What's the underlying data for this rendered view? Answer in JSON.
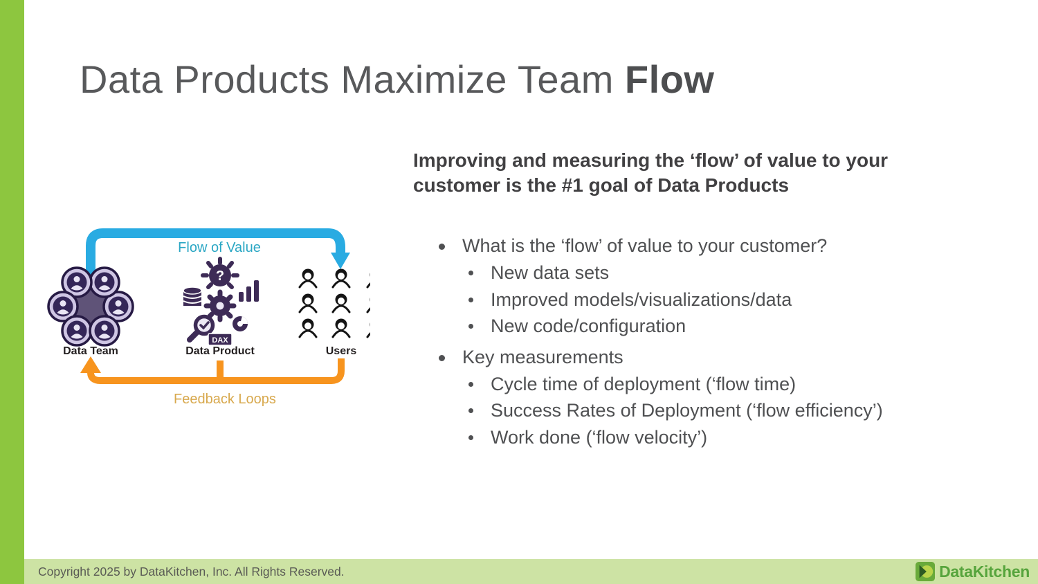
{
  "slide": {
    "title_regular": "Data Products Maximize Team ",
    "title_bold": "Flow",
    "heading": "Improving and measuring the ‘flow’ of value to your customer is the #1 goal of Data Products",
    "bullets": [
      {
        "label": "What is the ‘flow’ of value to your customer?",
        "children": [
          "New data sets",
          "Improved models/visualizations/data",
          "New code/configuration"
        ]
      },
      {
        "label": "Key measurements",
        "children": [
          "Cycle time of deployment (‘flow time)",
          "Success Rates of Deployment (‘flow efficiency’)",
          "Work done (‘flow velocity’)"
        ]
      }
    ]
  },
  "diagram": {
    "flow_label": "Flow of Value",
    "feedback_label": "Feedback Loops",
    "node_team": "Data Team",
    "node_product": "Data Product",
    "node_users": "Users",
    "dax_tag": "DAX",
    "question_mark": "?",
    "colors": {
      "flow_arrow": "#29abe2",
      "flow_text": "#2ba7c4",
      "feedback_arrow": "#f7941e",
      "feedback_text": "#d8a94e",
      "team_center_purple": "#5f5378",
      "icon_purple": "#3d2b56"
    }
  },
  "footer": {
    "copyright": "Copyright 2025 by DataKitchen, Inc.  All Rights Reserved.",
    "logo_text": "DataKitchen"
  },
  "theme": {
    "accent_green": "#8dc63f",
    "footer_band_green": "#cde3a4",
    "title_gray": "#58595b",
    "body_gray": "#4f5052"
  }
}
